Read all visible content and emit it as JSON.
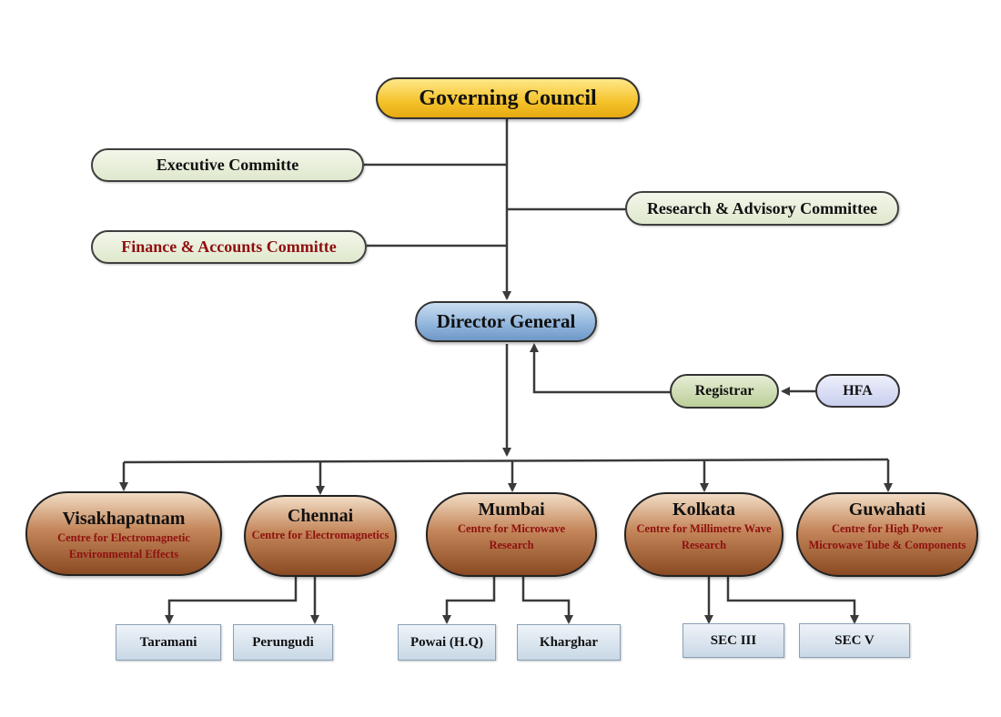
{
  "governing_council": "Governing Council",
  "committees": {
    "executive": "Executive Committe",
    "finance": "Finance & Accounts Committe",
    "research": "Research & Advisory Committee"
  },
  "director_general": "Director General",
  "registrar": "Registrar",
  "hfa": "HFA",
  "centres": [
    {
      "city": "Visakhapatnam",
      "line1": "Centre for Electromagnetic",
      "line2": "Environmental Effects"
    },
    {
      "city": "Chennai",
      "line1": "Centre for Electromagnetics",
      "line2": ""
    },
    {
      "city": "Mumbai",
      "line1": "Centre for Microwave",
      "line2": "Research"
    },
    {
      "city": "Kolkata",
      "line1": "Centre for Millimetre Wave",
      "line2": "Research"
    },
    {
      "city": "Guwahati",
      "line1": "Centre for High Power",
      "line2": "Microwave Tube & Components"
    }
  ],
  "sub_units": {
    "chennai": [
      "Taramani",
      "Perungudi"
    ],
    "mumbai": [
      "Powai (H.Q)",
      "Kharghar"
    ],
    "kolkata": [
      "SEC III",
      "SEC V"
    ]
  },
  "colors": {
    "governing_council": "#f4c22a",
    "director_general": "#8fb4dc",
    "committee": "#dfe8cd",
    "centre": "#a5653a",
    "centre_subtitle": "#8f1010",
    "sub_unit": "#c9d8e6"
  }
}
